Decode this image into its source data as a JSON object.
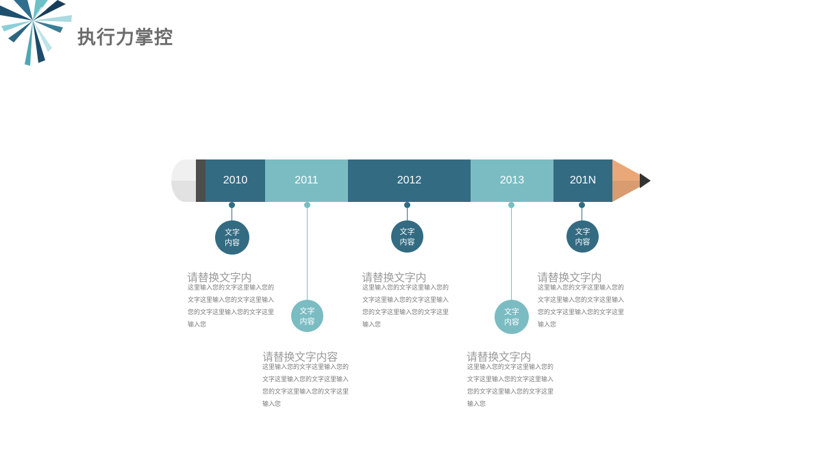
{
  "slide_title": "执行力掌控",
  "colors": {
    "dark": "#336b82",
    "light": "#7bbcc3",
    "eraser": "#f0f0f0",
    "ferrule": "#4d4d4d",
    "wood": "#eaa878",
    "lead": "#333333"
  },
  "timeline": [
    {
      "year": "2010",
      "circle_text": "文字\n内容",
      "heading": "请替换文字内",
      "body": "这里输入您的文字这里输入您的文字这里输入您的文字这里输入您的文字这里输入您的文字这里输入您"
    },
    {
      "year": "2011",
      "circle_text": "文字\n内容",
      "heading": "请替换文字内容",
      "body": "这里输入您的文字这里输入您的文字这里输入您的文字这里输入您的文字这里输入您的文字这里输入您"
    },
    {
      "year": "2012",
      "circle_text": "文字\n内容",
      "heading": "请替换文字内",
      "body": "这里输入您的文字这里输入您的文字这里输入您的文字这里输入您的文字这里输入您的文字这里输入您"
    },
    {
      "year": "2013",
      "circle_text": "文字\n内容",
      "heading": "请替换文字内",
      "body": "这里输入您的文字这里输入您的文字这里输入您的文字这里输入您的文字这里输入您的文字这里输入您"
    },
    {
      "year": "201N",
      "circle_text": "文字\n内容",
      "heading": "请替换文字内",
      "body": "这里输入您的文字这里输入您的文字这里输入您的文字这里输入您的文字这里输入您的文字这里输入您"
    }
  ]
}
